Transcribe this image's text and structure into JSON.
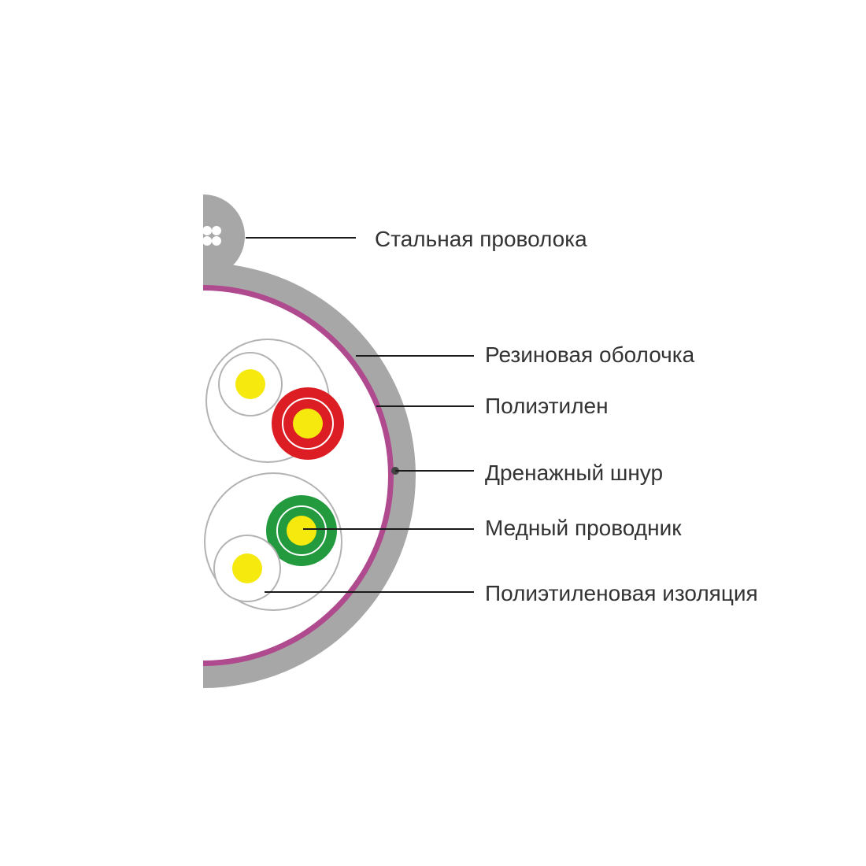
{
  "labels": {
    "steel_wire": "Стальная проволока",
    "rubber_sheath": "Резиновая оболочка",
    "polyethylene": "Полиэтилен",
    "drain_wire": "Дренажный шнур",
    "copper_conductor": "Медный проводник",
    "pe_insulation": "Полиэтиленовая изоляция"
  },
  "colors": {
    "sheath": "#a7a7a7",
    "polyethylene_layer": "#b04a8e",
    "conductor": "#f6e90e",
    "red_insulation": "#dc1e24",
    "green_insulation": "#239a3e",
    "pair_outline": "#b3b3b3",
    "leader_line": "#1a1a1a",
    "text": "#333333"
  }
}
